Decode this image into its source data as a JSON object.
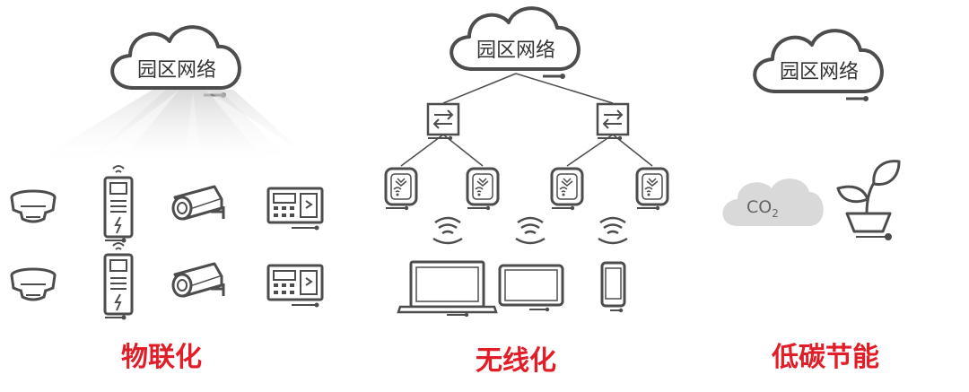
{
  "colors": {
    "stroke": "#4d4d4d",
    "caption": "#e11e28",
    "co2_fill": "#d9d9d9",
    "beam": "#cccccc"
  },
  "sections": [
    {
      "cloud_label": "园区网络",
      "caption": "物联化",
      "icons": [
        "smoke-detector-icon",
        "smart-meter-icon",
        "camera-icon",
        "access-control-icon"
      ]
    },
    {
      "cloud_label": "园区网络",
      "caption": "无线化",
      "icons": [
        "switch-icon",
        "access-point-icon",
        "wifi-signal-icon",
        "laptop-icon",
        "tablet-icon",
        "phone-icon"
      ]
    },
    {
      "cloud_label": "园区网络",
      "caption": "低碳节能",
      "co2": {
        "main": "CO",
        "sub": "2"
      },
      "icons": [
        "co2-cloud-icon",
        "plant-icon"
      ]
    }
  ]
}
